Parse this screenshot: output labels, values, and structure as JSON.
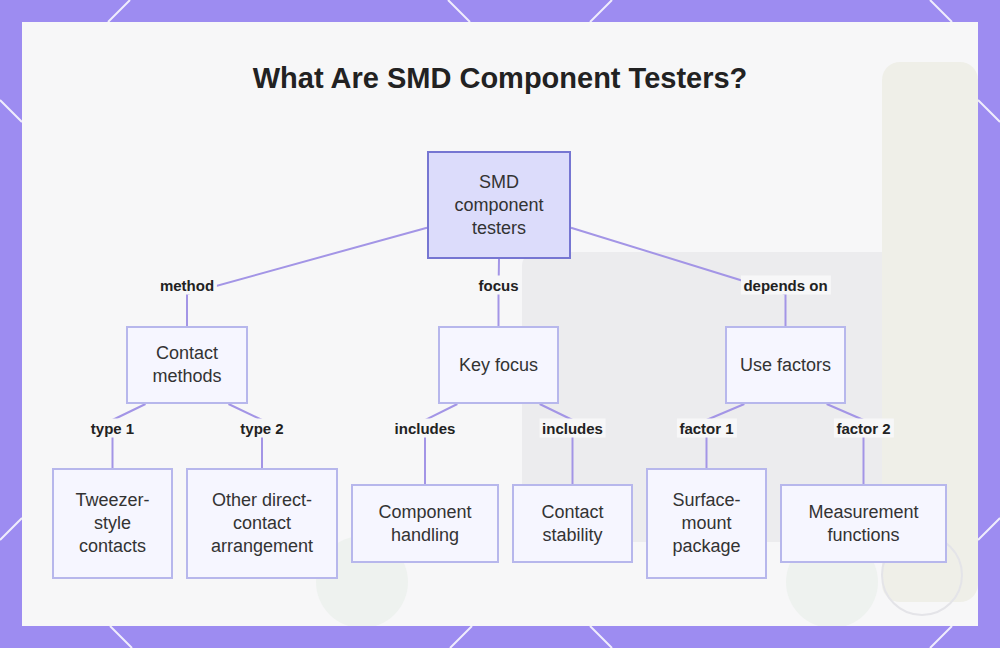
{
  "diagram": {
    "title": "What Are SMD Component Testers?",
    "nodes": [
      {
        "text": [
          "SMD component testers"
        ]
      },
      {
        "text": [
          "Contact methods"
        ]
      },
      {
        "text": [
          "Key focus"
        ]
      },
      {
        "text": [
          "Use factors"
        ]
      },
      {
        "text": [
          "Tweezer-style contacts"
        ]
      },
      {
        "text": [
          "Other direct-contact arrangement"
        ]
      },
      {
        "text": [
          "Component handling"
        ]
      },
      {
        "text": [
          "Contact stability"
        ]
      },
      {
        "text": [
          "Surface-mount package"
        ]
      },
      {
        "text": [
          "Measurement functions"
        ]
      }
    ],
    "edges": [
      {
        "from": 0,
        "to": 1,
        "arrow": "none",
        "label": "method"
      },
      {
        "from": 0,
        "to": 2,
        "arrow": "none",
        "label": "focus"
      },
      {
        "from": 0,
        "to": 3,
        "arrow": "none",
        "label": "depends on"
      },
      {
        "from": 1,
        "to": 4,
        "arrow": "none",
        "label": "type 1"
      },
      {
        "from": 1,
        "to": 5,
        "arrow": "none",
        "label": "type 2"
      },
      {
        "from": 2,
        "to": 6,
        "arrow": "none",
        "label": "includes"
      },
      {
        "from": 2,
        "to": 7,
        "arrow": "none",
        "label": "includes"
      },
      {
        "from": 3,
        "to": 8,
        "arrow": "none",
        "label": "factor 1"
      },
      {
        "from": 3,
        "to": 9,
        "arrow": "none",
        "label": "factor 2"
      }
    ]
  }
}
